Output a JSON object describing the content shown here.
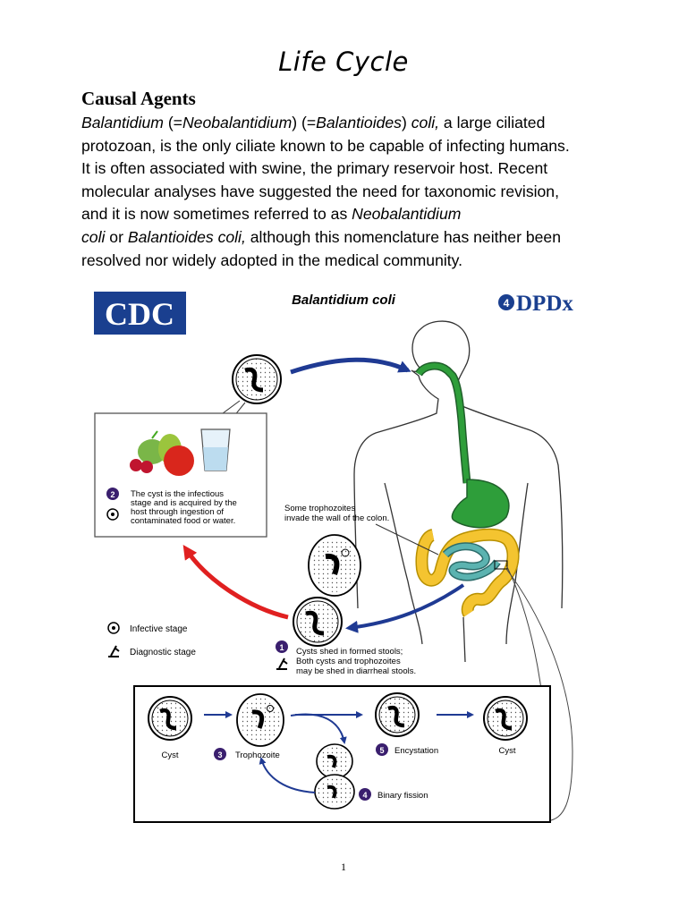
{
  "page": {
    "title": "Life Cycle",
    "section_heading": "Causal Agents",
    "paragraph": {
      "l1_a": "Balantidium",
      "l1_b": " (=",
      "l1_c": "Neobalantidium",
      "l1_d": ") (=",
      "l1_e": "Balantioides",
      "l1_f": ") ",
      "l1_g": "coli,",
      "l1_h": " a large ciliated",
      "l2": "protozoan, is the only ciliate known to be capable of infecting humans.",
      "l3": "It is often associated with swine, the primary reservoir host. Recent",
      "l4": "molecular analyses have suggested the need for taxonomic revision,",
      "l5_a": "and it is now sometimes referred to as ",
      "l5_b": "Neobalantidium",
      "l6_a": "coli",
      "l6_b": " or ",
      "l6_c": "Balantioides coli,",
      "l6_d": " although this nomenclature has neither been",
      "l7": "resolved nor widely adopted in the medical community."
    },
    "page_number": "1"
  },
  "figure": {
    "logo_left": "CDC",
    "logo_right": "DPDx",
    "title": "Balantidium coli",
    "step2_number": "2",
    "step2_line1": "The cyst is the infectious",
    "step2_line2": "stage and is acquired by the",
    "step2_line3": "host through ingestion of",
    "step2_line4": "contaminated food or water.",
    "colon_note_line1": "Some trophozoites",
    "colon_note_line2": "invade the wall of the colon.",
    "legend_infective": "Infective stage",
    "legend_diagnostic": "Diagnostic stage",
    "step1_number": "1",
    "step1_line1": "Cysts shed in formed stools;",
    "step1_line2": "Both cysts and trophozoites",
    "step1_line3": "may be shed in diarrheal stools.",
    "label_cyst_left": "Cyst",
    "step3_number": "3",
    "label_trophozoite": "Trophozoite",
    "step5_number": "5",
    "label_encystation": "Encystation",
    "label_cyst_right": "Cyst",
    "step4_number": "4",
    "label_binary_fission": "Binary fission",
    "colors": {
      "cdc_blue": "#1a3f8f",
      "arrow_blue": "#1f3a93",
      "arrow_red": "#e02020",
      "step_purple": "#3a1f6e",
      "gut_green": "#2e9e3a",
      "colon_yellow": "#f4c430",
      "intestine_teal": "#5bb3b0"
    }
  }
}
